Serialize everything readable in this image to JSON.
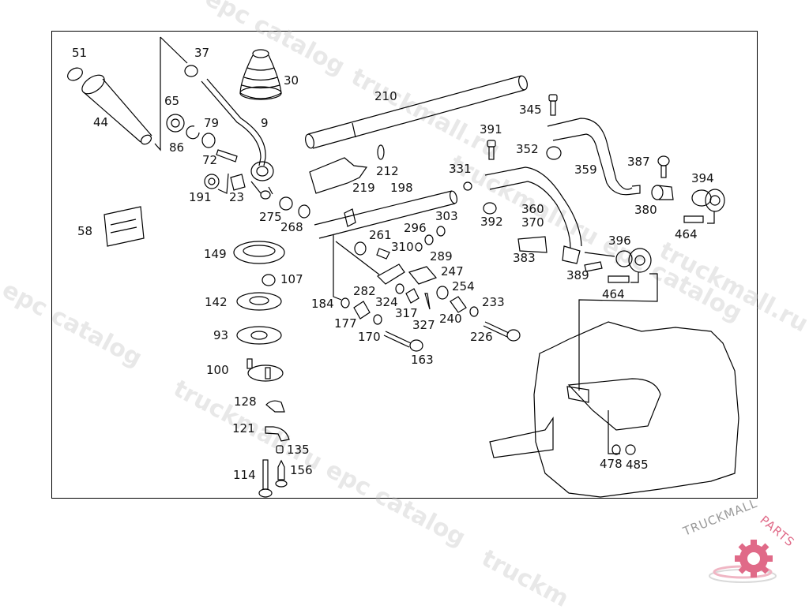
{
  "diagram": {
    "title": "Gear shift mechanism exploded parts diagram",
    "part_labels": [
      {
        "id": "51"
      },
      {
        "id": "37"
      },
      {
        "id": "30"
      },
      {
        "id": "44"
      },
      {
        "id": "65"
      },
      {
        "id": "79"
      },
      {
        "id": "9"
      },
      {
        "id": "86"
      },
      {
        "id": "72"
      },
      {
        "id": "191"
      },
      {
        "id": "23"
      },
      {
        "id": "58"
      },
      {
        "id": "275"
      },
      {
        "id": "268"
      },
      {
        "id": "149"
      },
      {
        "id": "107"
      },
      {
        "id": "142"
      },
      {
        "id": "93"
      },
      {
        "id": "100"
      },
      {
        "id": "128"
      },
      {
        "id": "121"
      },
      {
        "id": "135"
      },
      {
        "id": "114"
      },
      {
        "id": "156"
      },
      {
        "id": "210"
      },
      {
        "id": "212"
      },
      {
        "id": "219"
      },
      {
        "id": "198"
      },
      {
        "id": "331"
      },
      {
        "id": "303"
      },
      {
        "id": "296"
      },
      {
        "id": "261"
      },
      {
        "id": "310"
      },
      {
        "id": "289"
      },
      {
        "id": "247"
      },
      {
        "id": "254"
      },
      {
        "id": "282"
      },
      {
        "id": "324"
      },
      {
        "id": "184"
      },
      {
        "id": "317"
      },
      {
        "id": "233"
      },
      {
        "id": "177"
      },
      {
        "id": "327"
      },
      {
        "id": "240"
      },
      {
        "id": "170"
      },
      {
        "id": "226"
      },
      {
        "id": "163"
      },
      {
        "id": "345"
      },
      {
        "id": "391"
      },
      {
        "id": "352"
      },
      {
        "id": "359"
      },
      {
        "id": "387"
      },
      {
        "id": "394"
      },
      {
        "id": "380"
      },
      {
        "id": "464"
      },
      {
        "id": "392"
      },
      {
        "id": "360"
      },
      {
        "id": "370"
      },
      {
        "id": "383"
      },
      {
        "id": "396"
      },
      {
        "id": "389"
      },
      {
        "id": "464"
      },
      {
        "id": "478"
      },
      {
        "id": "485"
      }
    ]
  },
  "watermarks": [
    "epc catalog",
    "truckmall.ru",
    "truckmall.ru epc catalog",
    "truckmall.ru e",
    "l epc catalog",
    "truckmall.ru epc catalog",
    "truckm"
  ],
  "logo": {
    "text_gray": "TRUCKMALL",
    "text_pink": "PARTS",
    "accent_color": "#e06a88"
  }
}
